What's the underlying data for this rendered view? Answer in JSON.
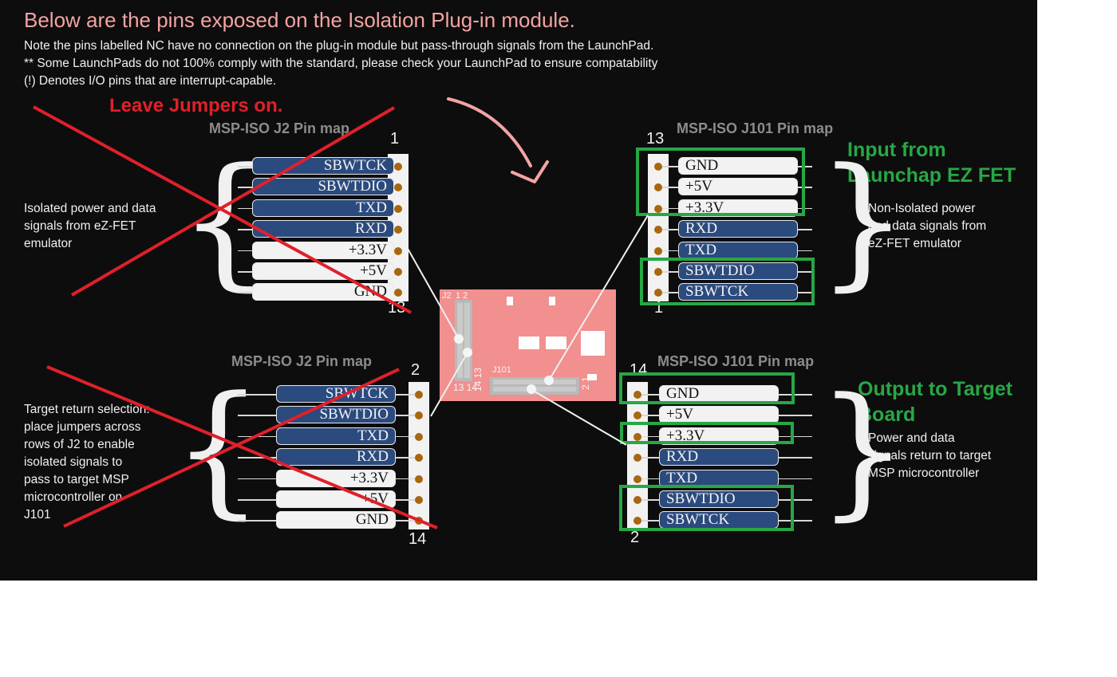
{
  "header": {
    "title": "Below are the pins exposed on the Isolation Plug-in module.",
    "notes": [
      "Note the pins labelled NC have no connection on the plug-in module but pass-through signals from the LaunchPad.",
      "**  Some LaunchPads do not 100% comply with the standard,  please check your  LaunchPad to ensure compatability",
      "(!)  Denotes I/O pins that are interrupt-capable."
    ]
  },
  "annotations": {
    "leave_jumpers": "Leave Jumpers on.",
    "input_from": "Input from\nLaunchap EZ FET",
    "input_from_line1": "Input from",
    "input_from_line2": "Launchap EZ FET",
    "output_to_line1": "Output to Target",
    "output_to_line2": "Board",
    "arrow": "curved-arrow-icon",
    "crossed_out_color": "#e0202a",
    "highlight_color": "#28a745"
  },
  "j2_top": {
    "title": "MSP-ISO J2 Pin map",
    "pin_start": "1",
    "pin_end": "13",
    "description": [
      "Isolated power and data",
      "signals from eZ-FET",
      "emulator"
    ],
    "pins": [
      {
        "label": "SBWTCK",
        "type": "signal"
      },
      {
        "label": "SBWTDIO",
        "type": "signal"
      },
      {
        "label": "TXD",
        "type": "signal"
      },
      {
        "label": "RXD",
        "type": "signal"
      },
      {
        "label": "+3.3V",
        "type": "power"
      },
      {
        "label": "+5V",
        "type": "power"
      },
      {
        "label": "GND",
        "type": "power"
      }
    ]
  },
  "j2_bottom": {
    "title": "MSP-ISO J2 Pin map",
    "pin_start": "2",
    "pin_end": "14",
    "description": [
      "Target return selection:",
      "place jumpers across",
      "rows of J2 to enable",
      "isolated signals to",
      "pass to target MSP",
      "microcontroller on",
      "J101"
    ],
    "pins": [
      {
        "label": "SBWTCK",
        "type": "signal"
      },
      {
        "label": "SBWTDIO",
        "type": "signal"
      },
      {
        "label": "TXD",
        "type": "signal"
      },
      {
        "label": "RXD",
        "type": "signal"
      },
      {
        "label": "+3.3V",
        "type": "power"
      },
      {
        "label": "+5V",
        "type": "power"
      },
      {
        "label": "GND",
        "type": "power"
      }
    ]
  },
  "j101_top": {
    "title": "MSP-ISO  J101 Pin map",
    "pin_start": "13",
    "pin_end": "1",
    "description": [
      "Non-Isolated power",
      "and data signals from",
      "eZ-FET emulator"
    ],
    "pins": [
      {
        "label": "GND",
        "type": "power"
      },
      {
        "label": "+5V",
        "type": "power"
      },
      {
        "label": "+3.3V",
        "type": "power"
      },
      {
        "label": "RXD",
        "type": "signal"
      },
      {
        "label": "TXD",
        "type": "signal"
      },
      {
        "label": "SBWTDIO",
        "type": "signal"
      },
      {
        "label": "SBWTCK",
        "type": "signal"
      }
    ]
  },
  "j101_bottom": {
    "title": "MSP-ISO  J101 Pin map",
    "pin_start": "14",
    "pin_end": "2",
    "description": [
      "Power and data",
      "signals return to target",
      "MSP microcontroller"
    ],
    "pins": [
      {
        "label": "GND",
        "type": "power"
      },
      {
        "label": "+5V",
        "type": "power"
      },
      {
        "label": "+3.3V",
        "type": "power"
      },
      {
        "label": "RXD",
        "type": "signal"
      },
      {
        "label": "TXD",
        "type": "signal"
      },
      {
        "label": "SBWTDIO",
        "type": "signal"
      },
      {
        "label": "SBWTCK",
        "type": "signal"
      }
    ]
  },
  "board": {
    "j2_label": "J2",
    "j2_pins_top": "1 2",
    "j2_pins_bottom": "13 14",
    "j101_label": "J101",
    "j101_left": "14 13",
    "j101_right": "2 1"
  }
}
